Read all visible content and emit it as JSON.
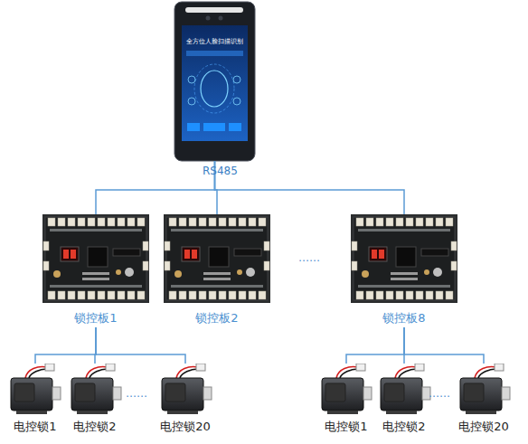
{
  "diagram": {
    "nodes": [
      {
        "text": [
          "全方位人脸扫描识别"
        ]
      },
      {
        "text": [
          "锁控板1"
        ]
      },
      {
        "text": [
          "锁控板2"
        ]
      },
      {
        "text": [
          "锁控板8"
        ]
      },
      {
        "text": [
          "电控锁1"
        ]
      },
      {
        "text": [
          "电控锁2"
        ]
      },
      {
        "text": [
          "电控锁20"
        ]
      },
      {
        "text": [
          "电控锁1"
        ]
      },
      {
        "text": [
          "电控锁2"
        ]
      },
      {
        "text": [
          "电控锁20"
        ]
      }
    ],
    "edges": [
      {
        "from": 0,
        "to": 1,
        "arrow": "none"
      },
      {
        "from": 0,
        "to": 2,
        "arrow": "none"
      },
      {
        "from": 0,
        "to": 3,
        "arrow": "none"
      },
      {
        "from": 1,
        "to": 4,
        "arrow": "none"
      },
      {
        "from": 1,
        "to": 5,
        "arrow": "none"
      },
      {
        "from": 1,
        "to": 6,
        "arrow": "none"
      },
      {
        "from": 3,
        "to": 7,
        "arrow": "none"
      },
      {
        "from": 3,
        "to": 8,
        "arrow": "none"
      },
      {
        "from": 3,
        "to": 9,
        "arrow": "none"
      }
    ],
    "labels": [
      "RS485",
      "……",
      "……",
      "……"
    ]
  }
}
